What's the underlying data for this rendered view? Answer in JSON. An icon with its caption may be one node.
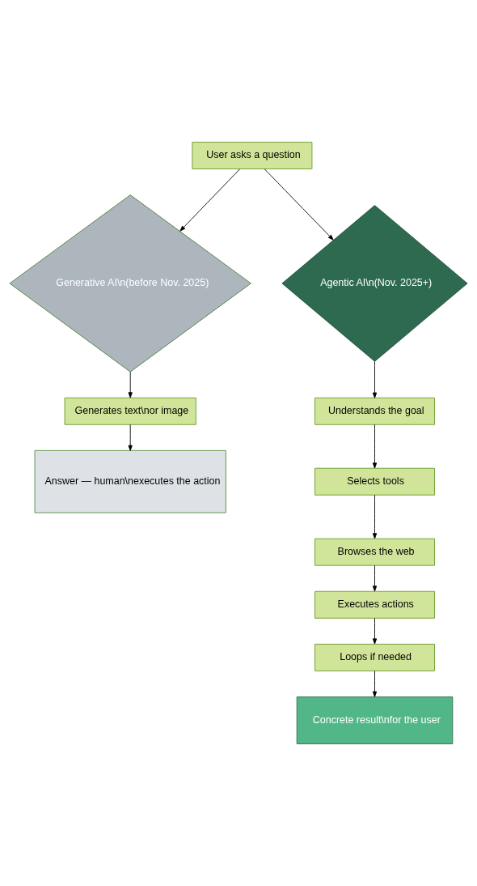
{
  "diagram": {
    "nodes": [
      {
        "text": [
          "User asks a question"
        ]
      },
      {
        "text": [
          "Generative AI\\n(before Nov. 2025)"
        ]
      },
      {
        "text": [
          "Agentic AI\\n(Nov. 2025+)"
        ]
      },
      {
        "text": [
          "Generates text\\nor image"
        ]
      },
      {
        "text": [
          "Answer — human\\nexecutes the action"
        ]
      },
      {
        "text": [
          "Understands the goal"
        ]
      },
      {
        "text": [
          "Selects tools"
        ]
      },
      {
        "text": [
          "Browses the web"
        ]
      },
      {
        "text": [
          "Executes actions"
        ]
      },
      {
        "text": [
          "Loops if needed"
        ]
      },
      {
        "text": [
          "Concrete result\\nfor the user"
        ]
      }
    ],
    "edges": [
      {
        "from": 0,
        "to": 1,
        "arrow": "to"
      },
      {
        "from": 0,
        "to": 2,
        "arrow": "to"
      },
      {
        "from": 1,
        "to": 3,
        "arrow": "to"
      },
      {
        "from": 3,
        "to": 4,
        "arrow": "to"
      },
      {
        "from": 2,
        "to": 5,
        "arrow": "to"
      },
      {
        "from": 5,
        "to": 6,
        "arrow": "to"
      },
      {
        "from": 6,
        "to": 7,
        "arrow": "to"
      },
      {
        "from": 7,
        "to": 8,
        "arrow": "to"
      },
      {
        "from": 8,
        "to": 9,
        "arrow": "to"
      },
      {
        "from": 9,
        "to": 10,
        "arrow": "to"
      }
    ]
  }
}
